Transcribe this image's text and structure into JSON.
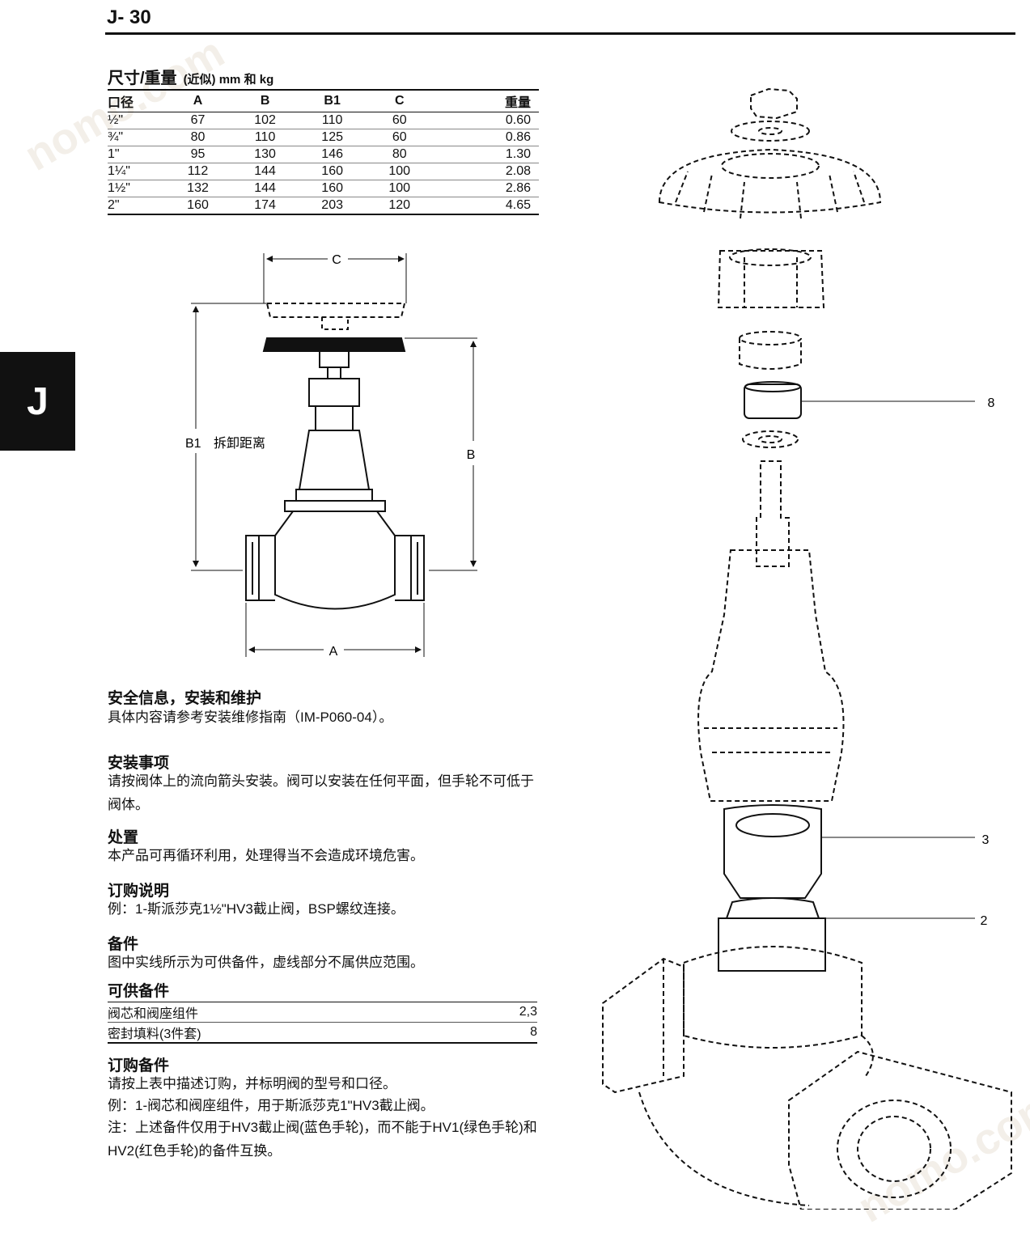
{
  "header": {
    "page_number": "J- 30",
    "side_tab": "J"
  },
  "watermark": {
    "text": "nomo.com"
  },
  "dimensions": {
    "title": "尺寸/重量",
    "subtitle": "(近似) mm 和 kg",
    "columns": [
      "口径",
      "A",
      "B",
      "B1",
      "C",
      "重量"
    ],
    "rows": [
      [
        "½\"",
        "67",
        "102",
        "110",
        "60",
        "0.60"
      ],
      [
        "¾\"",
        "80",
        "110",
        "125",
        "60",
        "0.86"
      ],
      [
        "1\"",
        "95",
        "130",
        "146",
        "80",
        "1.30"
      ],
      [
        "1¼\"",
        "112",
        "144",
        "160",
        "100",
        "2.08"
      ],
      [
        "1½\"",
        "132",
        "144",
        "160",
        "100",
        "2.86"
      ],
      [
        "2\"",
        "160",
        "174",
        "203",
        "120",
        "4.65"
      ]
    ]
  },
  "drawing": {
    "label_a": "A",
    "label_b": "B",
    "label_b1": "B1",
    "label_c": "C",
    "label_removal": "拆卸距离"
  },
  "exploded": {
    "callout_8": "8",
    "callout_3": "3",
    "callout_2": "2"
  },
  "sections": {
    "safety_title": "安全信息，安装和维护",
    "safety_text": "具体内容请参考安装维修指南（IM-P060-04）。",
    "install_title": "安装事项",
    "install_text": "请按阀体上的流向箭头安装。阀可以安装在任何平面，但手轮不可低于阀体。",
    "disposal_title": "处置",
    "disposal_text": "本产品可再循环利用，处理得当不会造成环境危害。",
    "order_title": "订购说明",
    "order_text": "例：1-斯派莎克1½\"HV3截止阀，BSP螺纹连接。",
    "spares_title": "备件",
    "spares_text": "图中实线所示为可供备件，虚线部分不属供应范围。",
    "available_title": "可供备件",
    "available_rows": [
      {
        "name": "阀芯和阀座组件",
        "ref": "2,3"
      },
      {
        "name": "密封填料(3件套)",
        "ref": "8"
      }
    ],
    "ordering_spares_title": "订购备件",
    "ordering_line1": "请按上表中描述订购，并标明阀的型号和口径。",
    "ordering_line2": "例：1-阀芯和阀座组件，用于斯派莎克1\"HV3截止阀。",
    "ordering_line3": "注：上述备件仅用于HV3截止阀(蓝色手轮)，而不能于HV1(绿色手轮)和HV2(红色手轮)的备件互换。"
  }
}
